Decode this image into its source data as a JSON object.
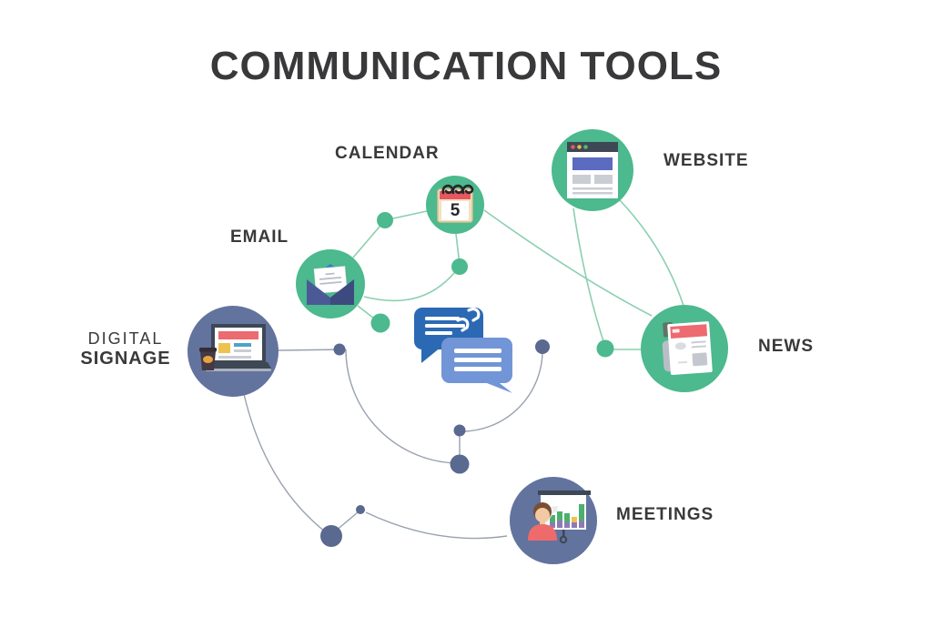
{
  "title": "COMMUNICATION TOOLS",
  "center": {
    "icon": "chat-bubbles-icon"
  },
  "tools": [
    {
      "id": "calendar",
      "label": "CALENDAR",
      "day": "5"
    },
    {
      "id": "website",
      "label": "WEBSITE"
    },
    {
      "id": "email",
      "label": "EMAIL"
    },
    {
      "id": "news",
      "label": "NEWS"
    },
    {
      "id": "digital-signage",
      "label_top": "DIGITAL",
      "label_bottom": "SIGNAGE"
    },
    {
      "id": "meetings",
      "label": "MEETINGS"
    }
  ],
  "colors": {
    "ink": "#39393B",
    "green": "#4CB98E",
    "green-line": "#8BCFB0",
    "slate": "#62739E",
    "node-slate": "#59698F",
    "gray-line": "#99A1AF",
    "chat-dark": "#2B69B4",
    "chat-light": "#7195D6",
    "red": "#EC6A70",
    "yellow": "#EFC24F",
    "indigo": "#5A6BC0",
    "dark-slate": "#3E4754",
    "cream": "#F0E2C1",
    "cream-edge": "#D8C093",
    "paper-gray": "#B9BEC6",
    "light-gray": "#C9CDD4",
    "envelope-mid": "#4B5A96",
    "envelope-dark": "#3D4A80",
    "envelope-blue": "#3B7CC9",
    "bar-green": "#4CAF6E",
    "bar-purple": "#8E7BB5",
    "skin": "#F2C9A2",
    "hair": "#7A4E32",
    "coral": "#EE6B6B",
    "cup-dark": "#443944",
    "amber": "#E8A33D",
    "tag-olive": "#5F7566"
  }
}
